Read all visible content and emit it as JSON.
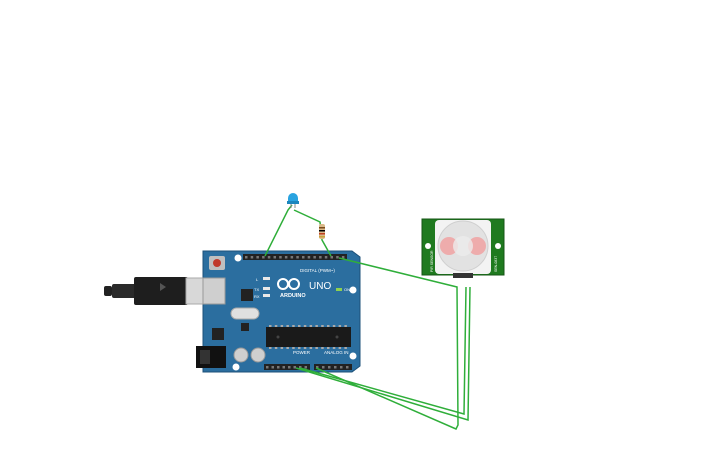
{
  "canvas": {
    "background": "#ffffff"
  },
  "arduino": {
    "brand": "ARDUINO",
    "model": "UNO",
    "digital_label": "DIGITAL (PWM~)",
    "power_label": "POWER",
    "analog_label": "ANALOG IN",
    "led_labels": [
      "L",
      "TX",
      "RX"
    ],
    "on_label": "ON",
    "board_color": "#2b6e9f",
    "header_color": "#222222"
  },
  "pir_sensor": {
    "board_color": "#1f7a1f",
    "lens_color": "#e8e8e8",
    "side_label_left": "PIR SENSOR",
    "side_label_right": "SEN-0837"
  },
  "led": {
    "color": "#29a3e0"
  },
  "resistor": {
    "body_color": "#d9b98a",
    "bands": [
      "#7a4a1a",
      "#000000",
      "#c04020"
    ]
  },
  "wires": {
    "color": "#2fae3a"
  },
  "usb_cable": {
    "color": "#222222"
  }
}
